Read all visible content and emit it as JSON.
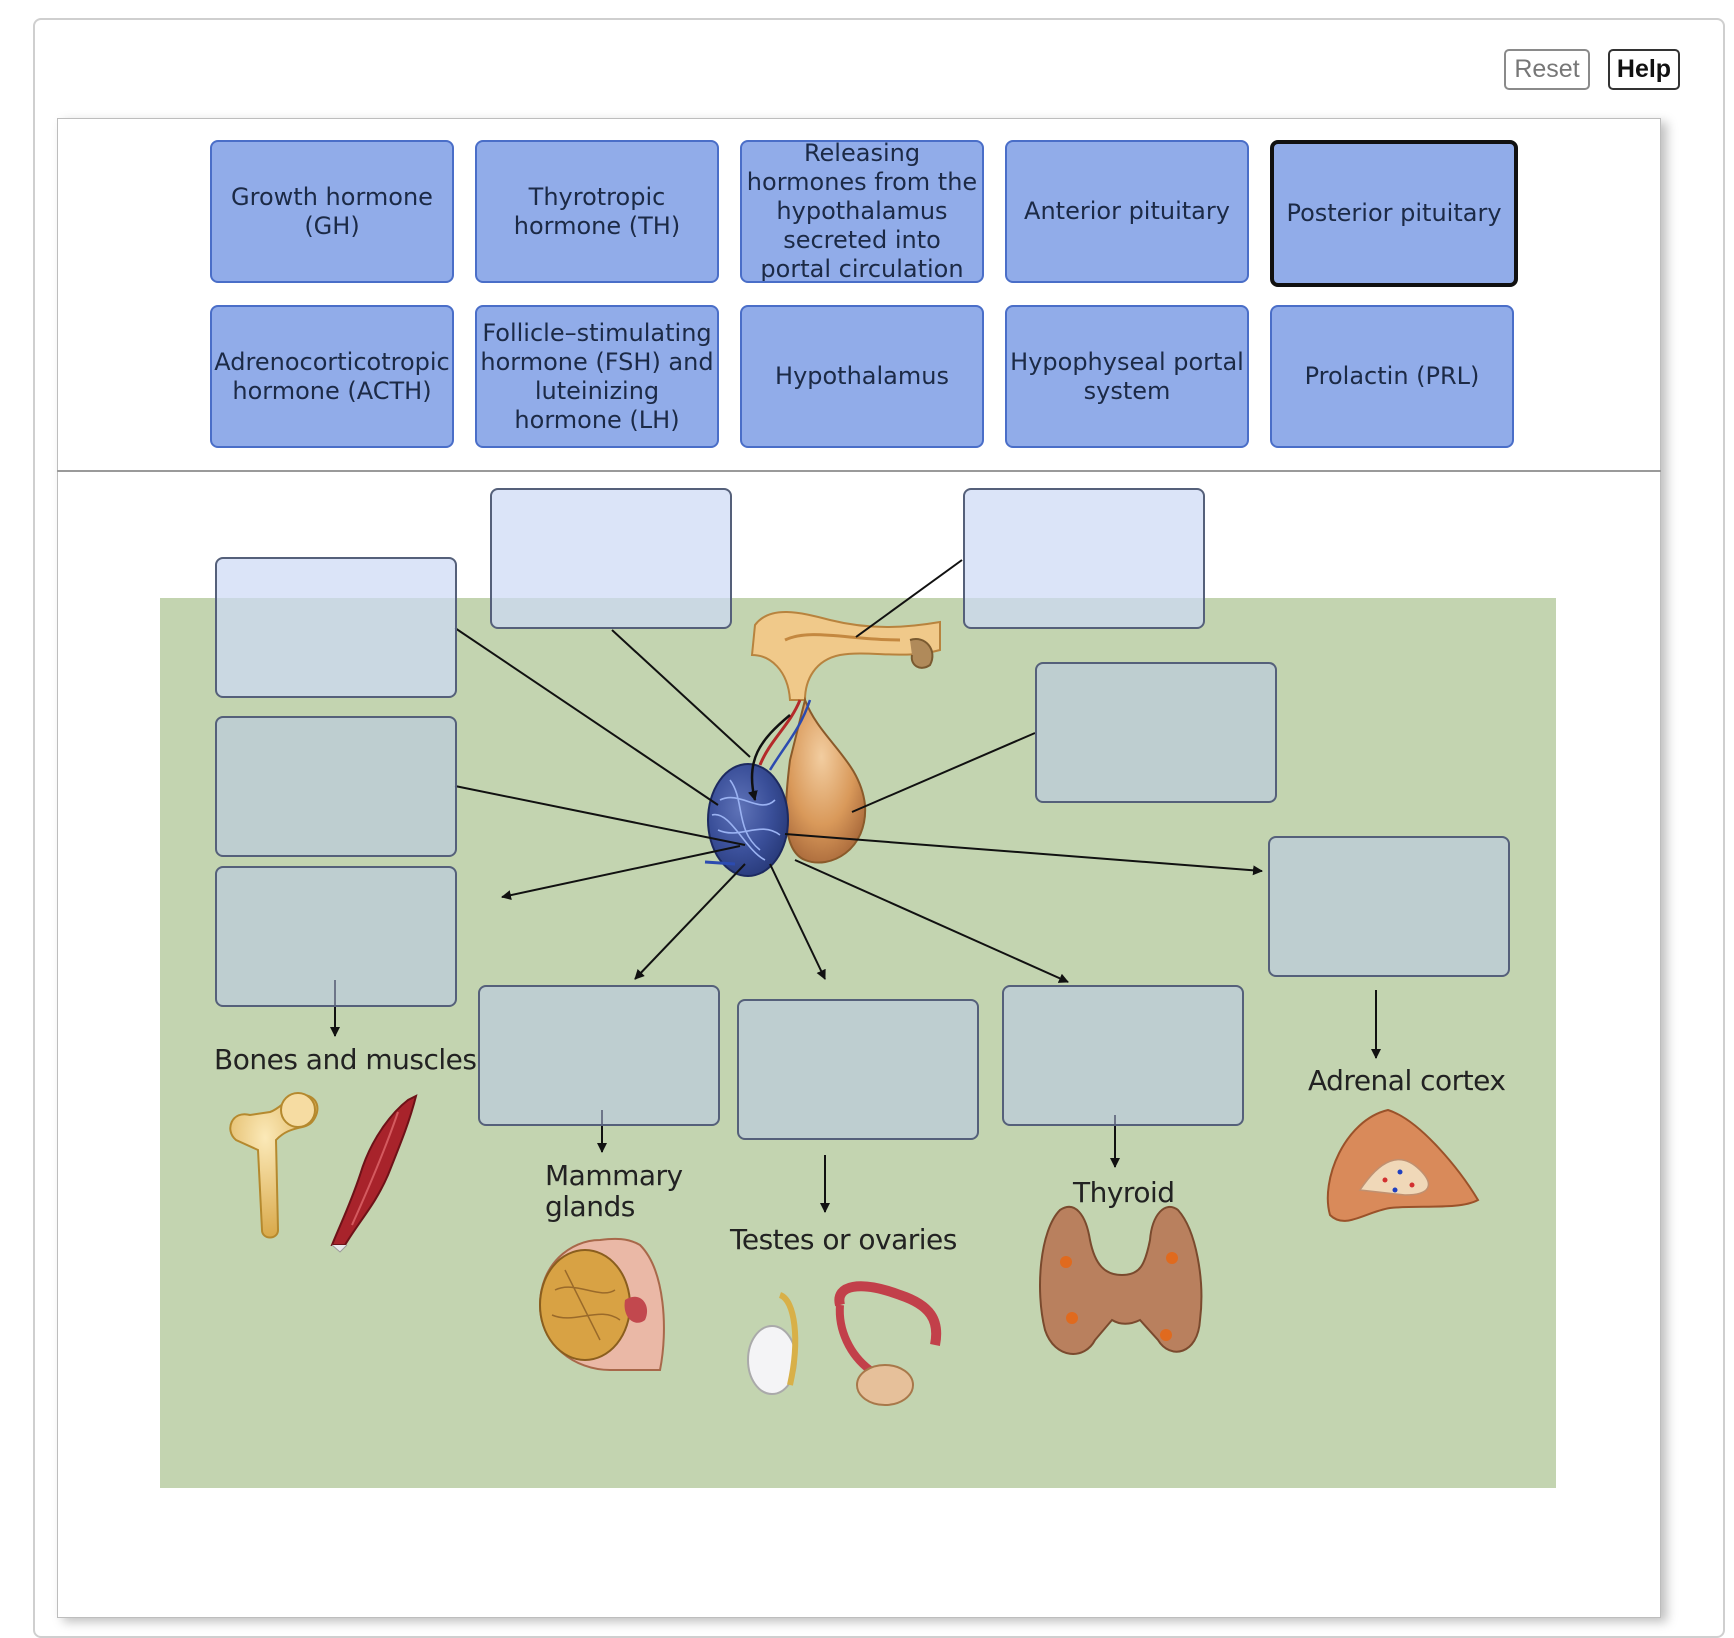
{
  "toolbar": {
    "reset_label": "Reset",
    "help_label": "Help"
  },
  "label_bank": [
    "Growth hormone (GH)",
    "Thyrotropic hormone (TH)",
    "Releasing hormones from the hypothalamus secreted into portal circulation",
    "Anterior pituitary",
    "Posterior pituitary",
    "Adrenocorticotropic hormone (ACTH)",
    "Follicle–stimulating hormone (FSH) and luteinizing hormone (LH)",
    "Hypothalamus",
    "Hypophyseal portal system",
    "Prolactin (PRL)"
  ],
  "selected_label": "Posterior pituitary",
  "organs": {
    "bones": "Bones and muscles",
    "mammary": "Mammary glands",
    "gonads": "Testes or ovaries",
    "thyroid": "Thyroid",
    "adrenal": "Adrenal cortex"
  },
  "colors": {
    "tile_fill": "#91ace9",
    "tile_border": "#4a6ec8",
    "diagram_background": "#c3d4b0",
    "drop_zone_border": "#55607a"
  },
  "icons": [
    "pituitary-gland-illustration",
    "bone-icon",
    "muscle-icon",
    "mammary-gland-icon",
    "testis-icon",
    "ovary-icon",
    "thyroid-icon",
    "adrenal-icon"
  ]
}
